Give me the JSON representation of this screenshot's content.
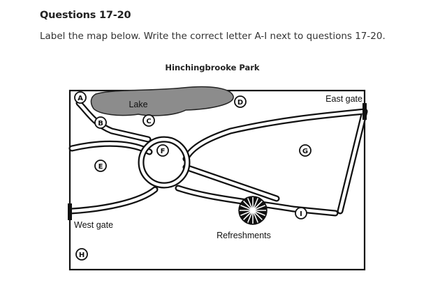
{
  "page": {
    "heading": "Questions 17-20",
    "instruction": "Label the map below. Write the correct letter A-I next to questions 17-20."
  },
  "map": {
    "title": "Hinchingbrooke Park",
    "features": {
      "lake": "Lake",
      "east_gate": "East gate",
      "west_gate": "West gate",
      "refreshments": "Refreshments"
    },
    "markers": [
      "A",
      "B",
      "C",
      "D",
      "E",
      "F",
      "G",
      "H",
      "I"
    ]
  }
}
